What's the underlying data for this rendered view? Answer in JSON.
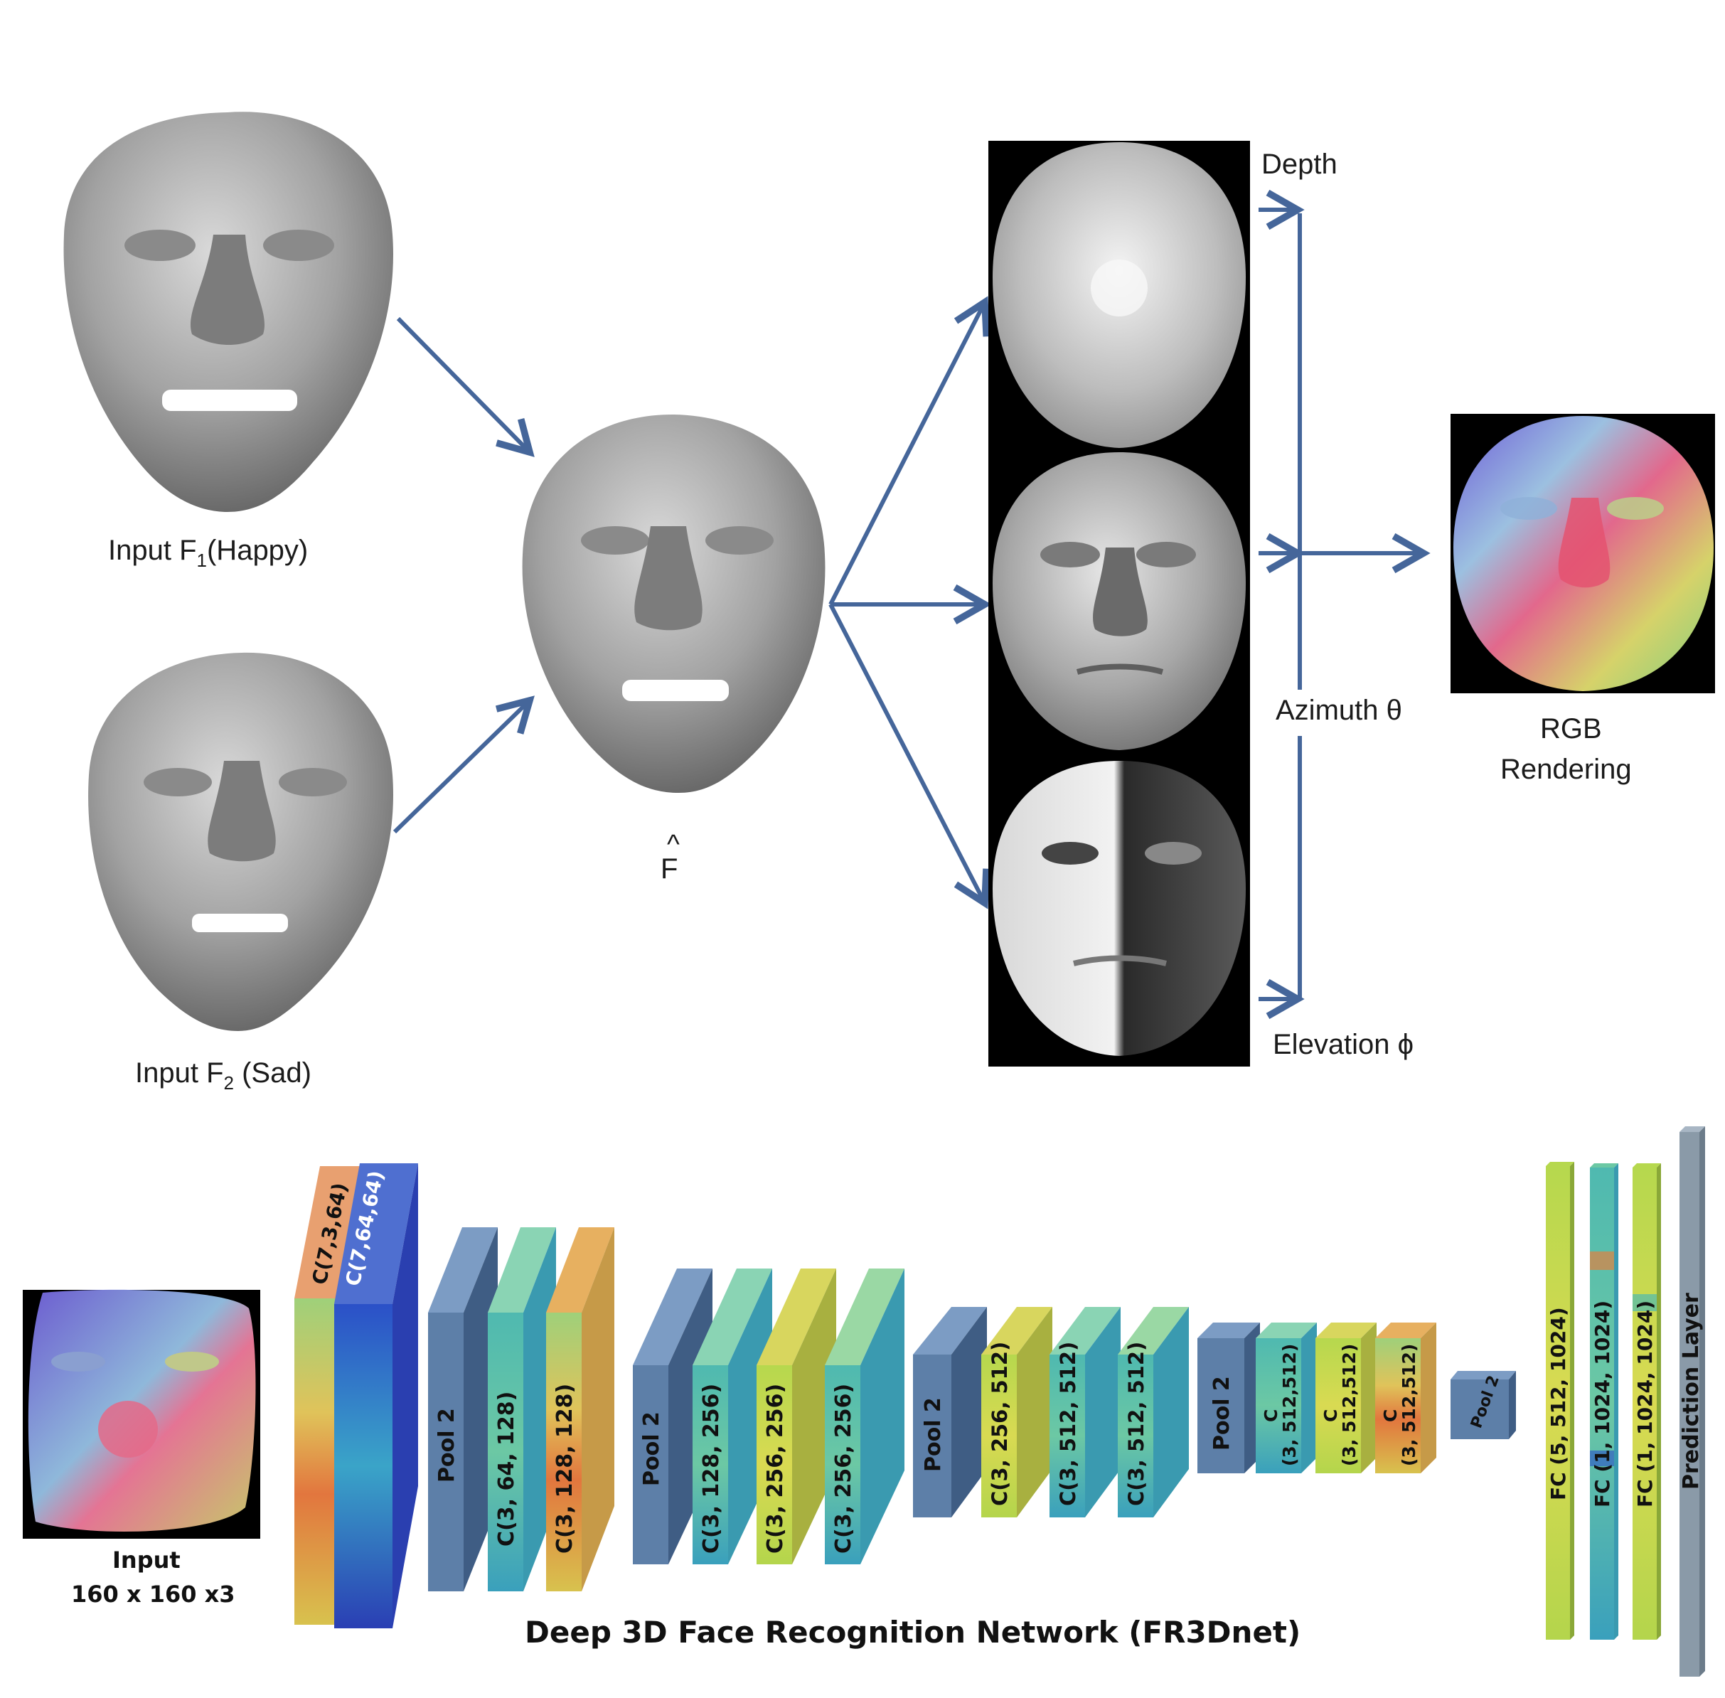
{
  "top": {
    "input_f1": "Input F",
    "input_f1_sub": "1",
    "input_f1_tail": "(Happy)",
    "input_f2": "Input F",
    "input_f2_sub": "2",
    "input_f2_tail": " (Sad)",
    "fhat_caret": "^",
    "fhat_letter": "F",
    "depth": "Depth",
    "azimuth": "Azimuth θ",
    "elevation": "Elevation ϕ",
    "rgb_line1": "RGB",
    "rgb_line2": "Rendering"
  },
  "network": {
    "title": "Deep 3D Face Recognition Network (FR3Dnet)",
    "input_line1": "Input",
    "input_line2": "160 x 160 x3",
    "layers": {
      "c1": "C(7,3,64)",
      "c2": "C(7,64,64)",
      "pool1": "Pool 2",
      "c3": "C(3, 64, 128)",
      "c4": "C(3, 128, 128)",
      "pool2": "Pool 2",
      "c5": "C(3, 128, 256)",
      "c6": "C(3, 256, 256)",
      "c7": "C(3, 256, 256)",
      "pool3": "Pool 2",
      "c8": "C(3, 256, 512)",
      "c9": "C(3, 512, 512)",
      "c10": "C(3, 512, 512)",
      "pool4": "Pool 2",
      "c11a": "C",
      "c11b": "(3, 512,512)",
      "c12a": "C",
      "c12b": "(3, 512,512)",
      "c13a": "C",
      "c13b": "(3, 512,512)",
      "pool5": "Pool 2",
      "fc1": "FC (5, 512, 1024)",
      "fc2": "FC (1, 1024, 1024)",
      "fc3": "FC (1, 1024, 1024)",
      "pred": "Prediction Layer"
    }
  },
  "colors": {
    "arrow": "#45669a",
    "pool": "#5d7fa8",
    "pool_dark": "#3f5d84",
    "pred": "#8a9aa8"
  }
}
